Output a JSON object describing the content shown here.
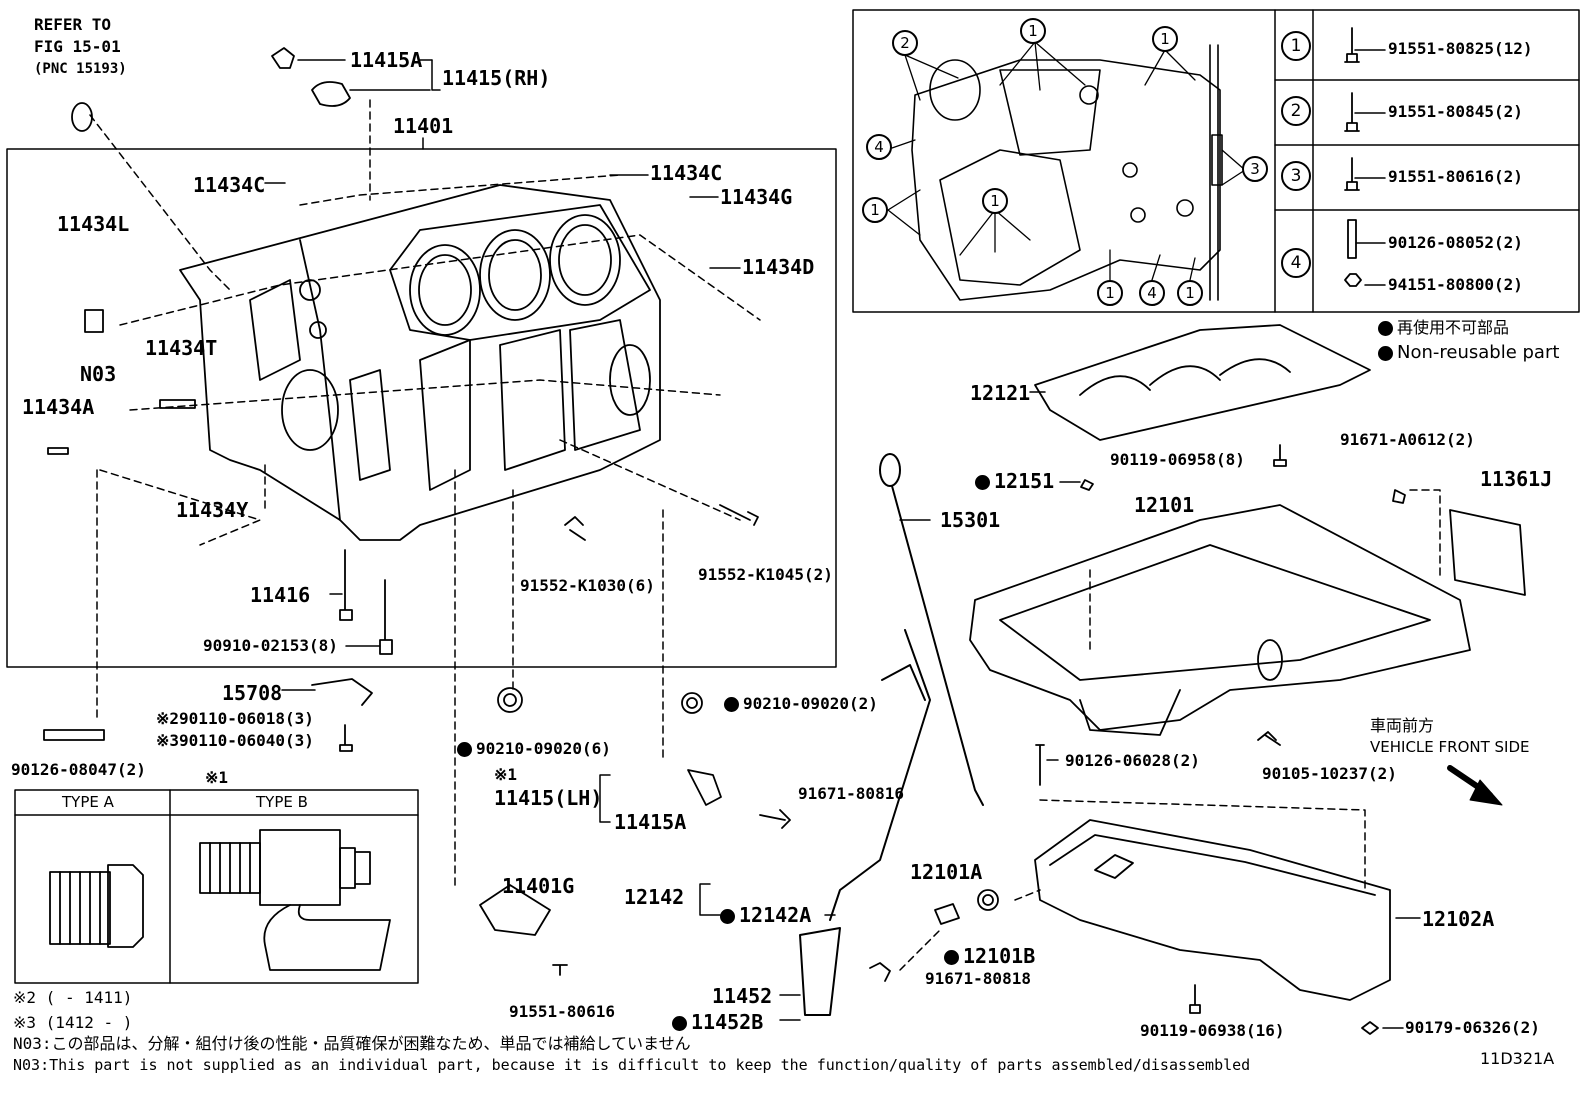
{
  "refer": {
    "line1": "REFER TO",
    "line2": "FIG 15-01",
    "line3": "(PNC 15193)"
  },
  "parts": {
    "p11401": "11401",
    "p11415A_top": "11415A",
    "p11415RH": "11415(RH)",
    "p11434C_l": "11434C",
    "p11434C_r": "11434C",
    "p11434G": "11434G",
    "p11434L": "11434L",
    "p11434D": "11434D",
    "n03": "N03",
    "p11434T": "11434T",
    "p11434A": "11434A",
    "p11434Y": "11434Y",
    "p11416": "11416",
    "p90910": "90910-02153(8)",
    "p91552_1030": "91552-K1030(6)",
    "p91552_1045": "91552-K1045(2)",
    "p15708": "15708",
    "p90110_06018": "※290110-06018(3)",
    "p90110_06040": "※390110-06040(3)",
    "p90126_08047": "90126-08047(2)",
    "p90210_l": "90210-09020(6)",
    "p90210_r": "90210-09020(2)",
    "mark1_a": "※1",
    "mark1_b": "※1",
    "p11415LH": "11415(LH)",
    "p11415A_bot": "11415A",
    "p91671_80816": "91671-80816",
    "p15301": "15301",
    "p12151": "12151",
    "p12121": "12121",
    "p90119_06958": "90119-06958(8)",
    "p12101": "12101",
    "p91671_A0612": "91671-A0612(2)",
    "p11361J": "11361J",
    "p90126_06028": "90126-06028(2)",
    "p90105": "90105-10237(2)",
    "p11401G": "11401G",
    "p91551_80616b": "91551-80616",
    "p12142": "12142",
    "p12142A": "12142A",
    "p12101A": "12101A",
    "p12101B": "12101B",
    "p91671_80818": "91671-80818",
    "p11452": "11452",
    "p11452B": "11452B",
    "p12102A": "12102A",
    "p90119_06938": "90119-06938(16)",
    "p90179": "90179-06326(2)"
  },
  "bolt_table": [
    {
      "num": "1",
      "parts": [
        "91551-80825(12)"
      ]
    },
    {
      "num": "2",
      "parts": [
        "91551-80845(2)"
      ]
    },
    {
      "num": "3",
      "parts": [
        "91551-80616(2)"
      ]
    },
    {
      "num": "4",
      "parts": [
        "90126-08052(2)",
        "94151-80800(2)"
      ]
    }
  ],
  "legend": {
    "jp": "再使用不可部品",
    "en": "Non-reusable part"
  },
  "vehicle_front": {
    "jp": "車両前方",
    "en": "VEHICLE FRONT SIDE"
  },
  "type_box": {
    "a": "TYPE A",
    "b": "TYPE B"
  },
  "footnotes": {
    "n2": "※2 (      - 1411)",
    "n3": "※3 (1412 -      )",
    "n03_jp": "N03:この部品は、分解・組付け後の性能・品質確保が困難なため、単品では補給していません",
    "n03_en": "N03:This part is not supplied as an individual part, because it is difficult to keep the function/quality of parts assembled/disassembled"
  },
  "diagram_id": "11D321A",
  "detail_circles": [
    "2",
    "1",
    "1",
    "4",
    "3",
    "1",
    "1",
    "1",
    "4",
    "1"
  ]
}
